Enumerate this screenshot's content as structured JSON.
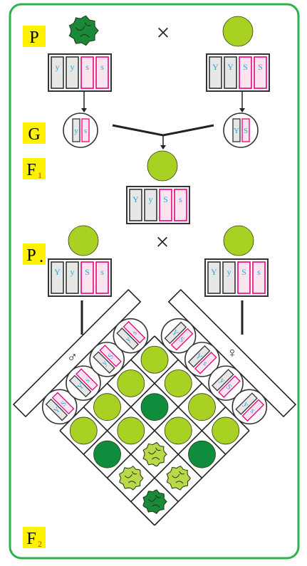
{
  "labels": {
    "p": "P",
    "g": "G",
    "f": "F",
    "f1_sub": "1",
    "p2": "P",
    "p2_dot": ".",
    "f2": "F",
    "f2_sub": "2",
    "cross": "×",
    "male_symbol": "♂",
    "female_symbol": "♀"
  },
  "parents": {
    "left_genotype": [
      "y",
      "y",
      "s",
      "s"
    ],
    "right_genotype": [
      "Y",
      "Y",
      "S",
      "S"
    ],
    "left_gamete": [
      "y",
      "s"
    ],
    "right_gamete": [
      "Y",
      "S"
    ]
  },
  "f1": {
    "genotype": [
      "Y",
      "y",
      "S",
      "s"
    ]
  },
  "f1_cross": {
    "left_genotype": [
      "Y",
      "y",
      "S",
      "s"
    ],
    "right_genotype": [
      "Y",
      "y",
      "S",
      "s"
    ]
  },
  "gametes": {
    "male": [
      [
        "Y",
        "S"
      ],
      [
        "Y",
        "s"
      ],
      [
        "y",
        "S"
      ],
      [
        "y",
        "s"
      ]
    ],
    "female": [
      [
        "Y",
        "S"
      ],
      [
        "Y",
        "s"
      ],
      [
        "y",
        "S"
      ],
      [
        "y",
        "s"
      ]
    ]
  },
  "punnett": [
    [
      "round-yellow",
      "round-yellow",
      "round-yellow",
      "round-yellow"
    ],
    [
      "round-yellow",
      "round-green",
      "round-yellow",
      "round-green"
    ],
    [
      "round-yellow",
      "round-yellow",
      "wrinkled-yellow",
      "wrinkled-yellow"
    ],
    [
      "round-yellow",
      "round-green",
      "wrinkled-yellow",
      "wrinkled-green"
    ]
  ],
  "colors": {
    "border": "#2db24a",
    "label_box": "#fff200",
    "label_sub": "#e5262c",
    "allele_text": "#2aa7df",
    "y_gene_fill": "#e7e7e8",
    "s_gene_fill": "#fce4ee",
    "s_gene_stroke": "#e6007e",
    "pea_yellow": "#a8d123",
    "pea_green": "#0f8c3c",
    "wrinkled_yellow": "#b9d94a",
    "wrinkled_green": "#1a8a3a"
  }
}
